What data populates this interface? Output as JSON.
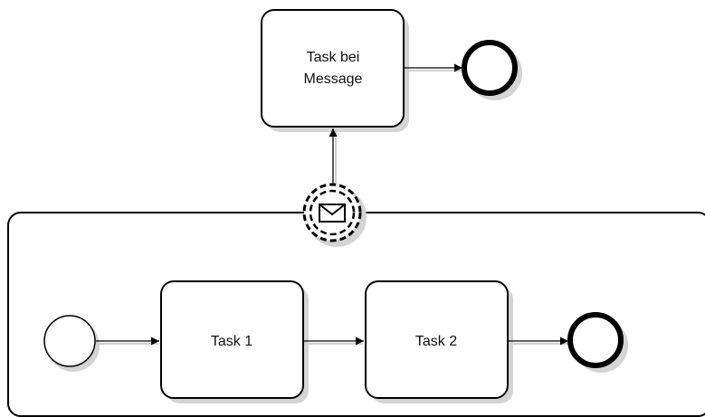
{
  "diagram": {
    "subprocess": {
      "tasks": [
        {
          "label": "Task 1"
        },
        {
          "label": "Task 2"
        }
      ]
    },
    "boundary_event": {
      "type": "non-interrupting-message",
      "icon": "envelope-icon"
    },
    "message_task": {
      "label_lines": [
        "Task bei",
        "Message"
      ]
    }
  }
}
